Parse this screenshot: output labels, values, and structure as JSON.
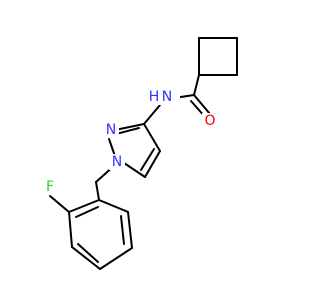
{
  "colors": {
    "background": "#ffffff",
    "bond": "#000000",
    "carbon": "#000000",
    "nitrogen": "#3333ff",
    "oxygen": "#ff0000",
    "fluorine": "#33cc33"
  },
  "atoms": {
    "amide_nitrogen": {
      "element": "N",
      "label": "N",
      "hydrogen_label": "H"
    },
    "ring_nitrogen_1": {
      "element": "N",
      "label": "N"
    },
    "ring_nitrogen_2": {
      "element": "N",
      "label": "N"
    },
    "carbonyl_oxygen": {
      "element": "O",
      "label": "O"
    },
    "fluorine": {
      "element": "F",
      "label": "F"
    }
  }
}
